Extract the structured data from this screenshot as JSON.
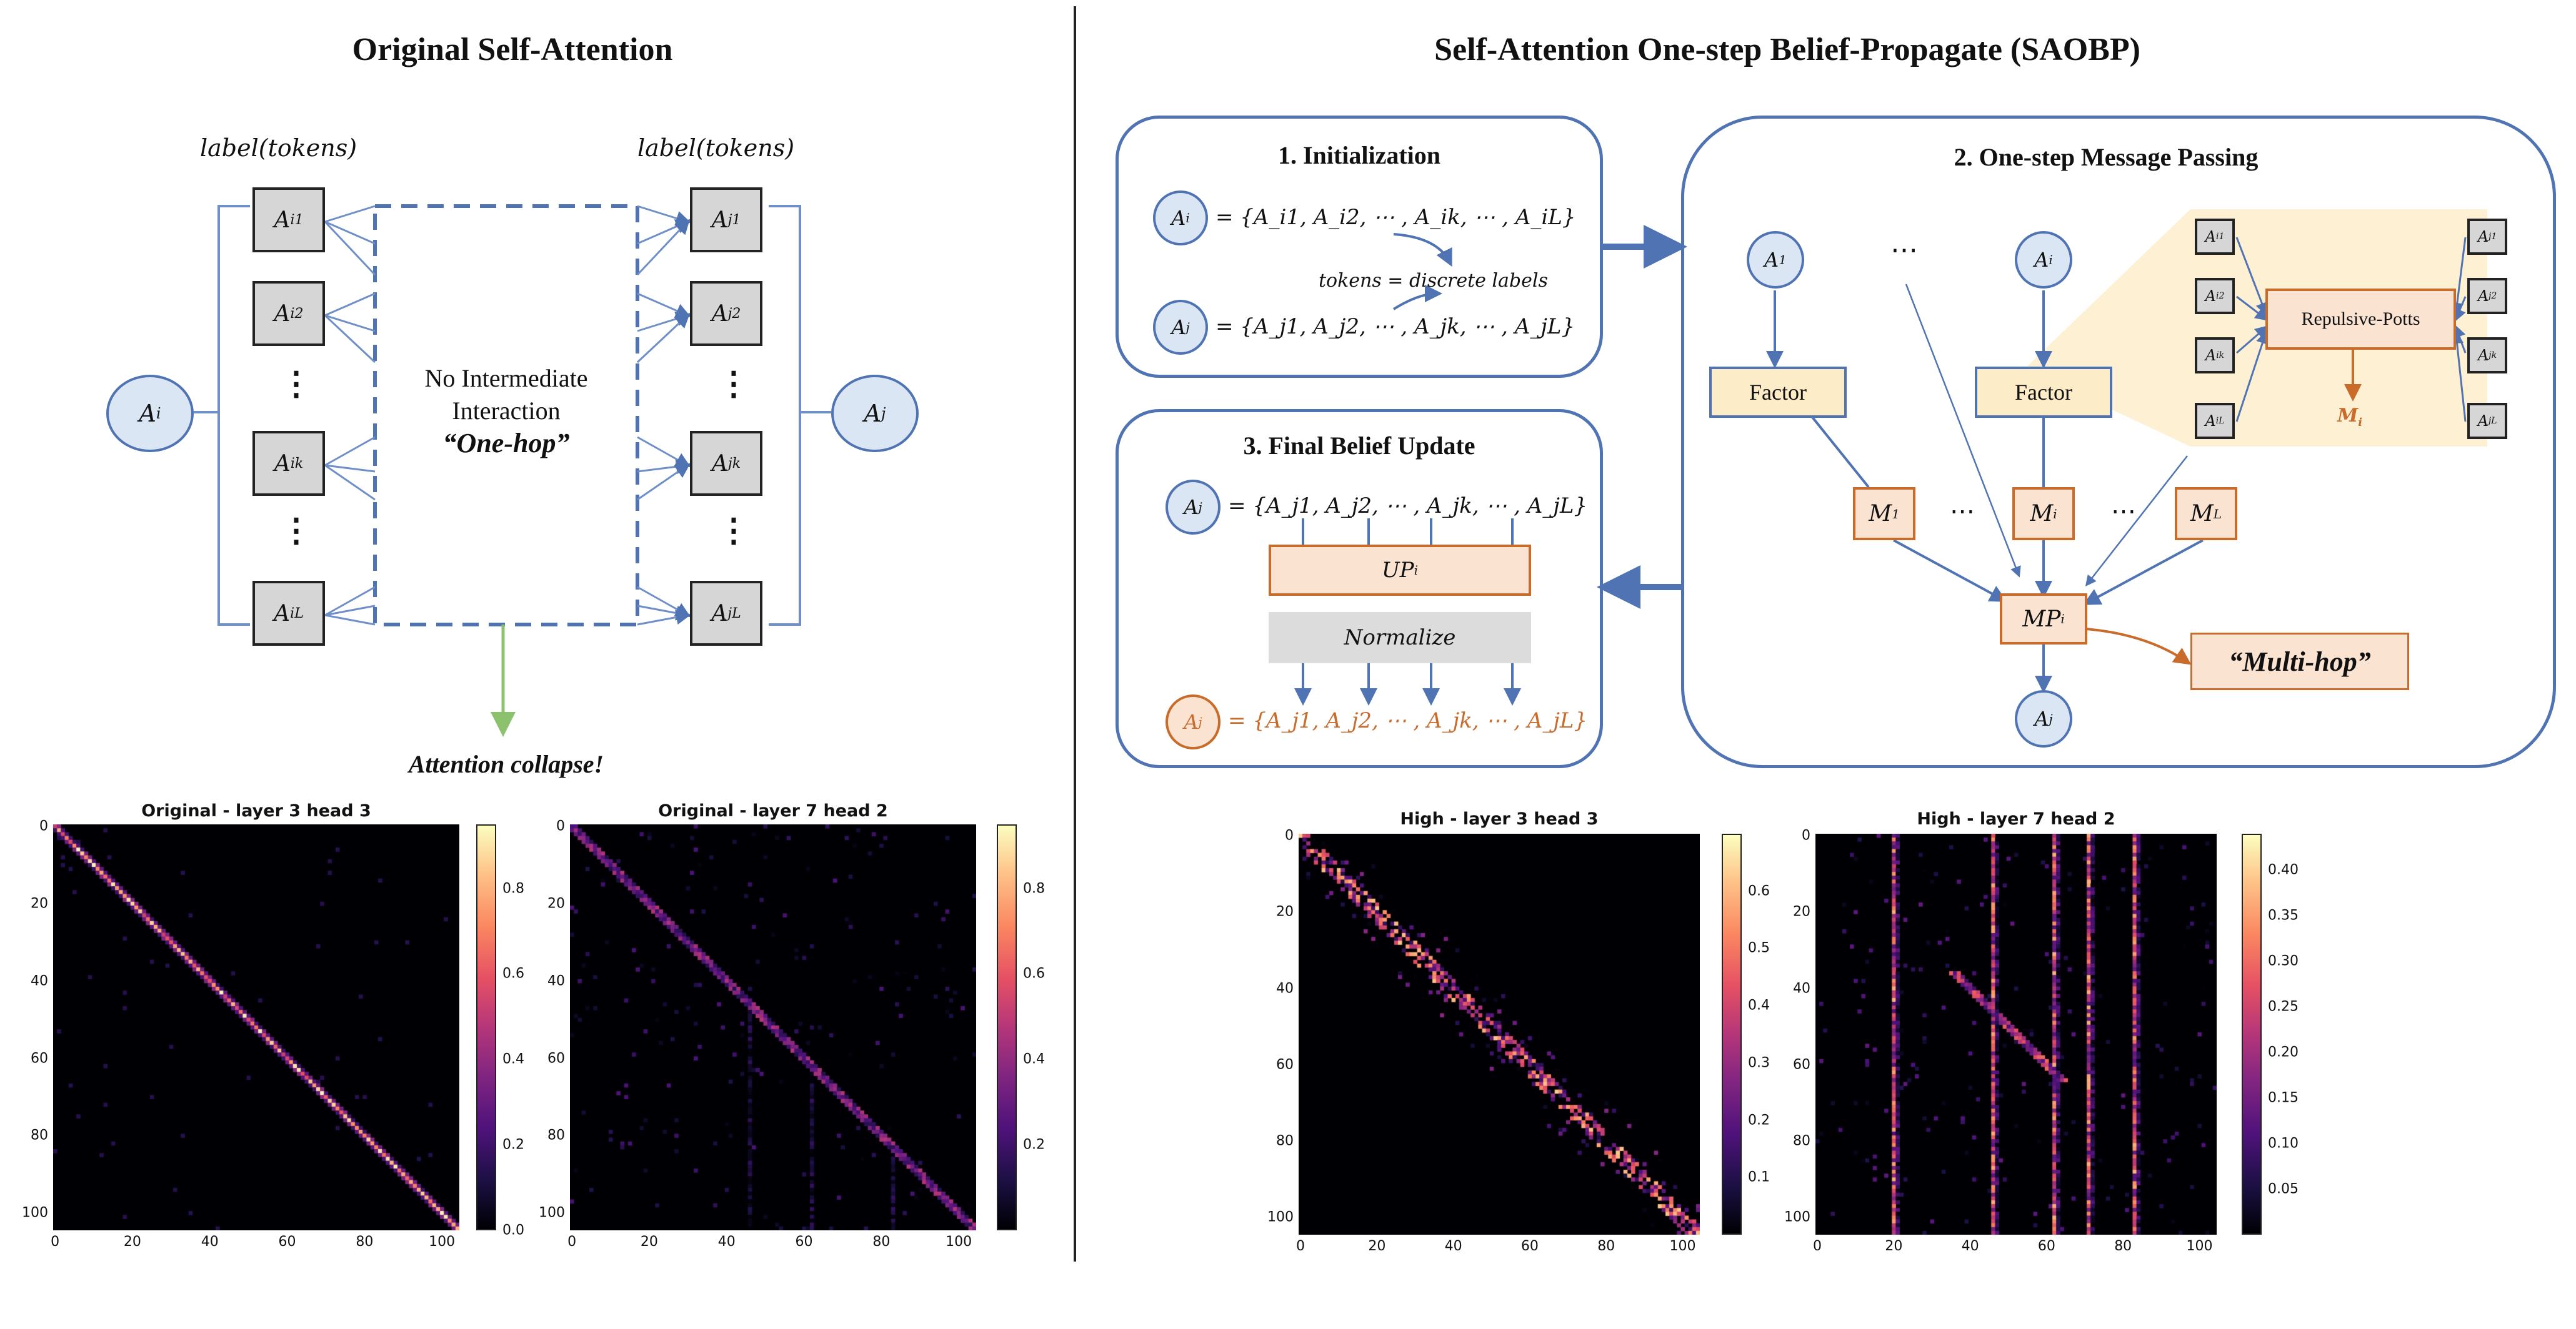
{
  "left": {
    "title": "Original Self-Attention",
    "label_tokens_left": "label(tokens)",
    "label_tokens_right": "label(tokens)",
    "node_i": "A",
    "node_i_sub": "i",
    "node_j": "A",
    "node_j_sub": "j",
    "tokens_i": [
      {
        "base": "A",
        "sub": "i1"
      },
      {
        "base": "A",
        "sub": "i2"
      },
      {
        "base": "A",
        "sub": "ik"
      },
      {
        "base": "A",
        "sub": "iL"
      }
    ],
    "tokens_j": [
      {
        "base": "A",
        "sub": "j1"
      },
      {
        "base": "A",
        "sub": "j2"
      },
      {
        "base": "A",
        "sub": "jk"
      },
      {
        "base": "A",
        "sub": "jL"
      }
    ],
    "vdots": "⋮",
    "no_interaction_line1": "No Intermediate",
    "no_interaction_line2": "Interaction",
    "one_hop": "“One-hop”",
    "collapse": "Attention collapse!"
  },
  "right": {
    "title": "Self-Attention One-step Belief-Propagate (SAOBP)",
    "init_title": "1. Initialization",
    "init_eq_i": "= {A_i1, A_i2, ⋯ , A_ik, ⋯ , A_iL}",
    "init_eq_j": "= {A_j1, A_j2, ⋯ , A_jk, ⋯ , A_jL}",
    "tokens_note": "tokens = discrete labels",
    "final_title": "3. Final Belief Update",
    "final_eq_top": "= {A_j1, A_j2, ⋯ , A_jk, ⋯ , A_jL}",
    "final_eq_bottom": "= {A_j1, A_j2, ⋯ , A_jk, ⋯ , A_jL}",
    "up_label": "UP",
    "up_sub": "i",
    "normalize": "Normalize",
    "mp_title": "2. One-step Message Passing",
    "A1": "A",
    "A1_sub": "1",
    "Ai": "A",
    "Ai_sub": "i",
    "Aj": "A",
    "Aj_sub": "j",
    "dots": "⋯",
    "factor": "Factor",
    "M1": "M",
    "M1_sub": "1",
    "Mi": "M",
    "Mi_sub": "i",
    "ML": "M",
    "ML_sub": "L",
    "MP": "MP",
    "MP_sub": "i",
    "multi_hop": "“Multi-hop”",
    "repulsive": "Repulsive-Potts",
    "Mi_out": "M",
    "Mi_out_sub": "i",
    "small_i": [
      "i1",
      "i2",
      "ik",
      "iL"
    ],
    "small_j": [
      "j1",
      "j2",
      "jk",
      "jL"
    ]
  },
  "heatmaps": [
    {
      "title": "Original - layer 3 head 3",
      "pattern": "diagonal",
      "cbar_ticks": [
        "0.0",
        "0.2",
        "0.4",
        "0.6",
        "0.8"
      ],
      "cbar_max": 0.95
    },
    {
      "title": "Original - layer 7 head 2",
      "pattern": "diagonal-faint",
      "cbar_ticks": [
        "0.2",
        "0.4",
        "0.6",
        "0.8"
      ],
      "cbar_max": 0.95
    },
    {
      "title": "High - layer 3 head 3",
      "pattern": "diagonal-scatter",
      "cbar_ticks": [
        "0.1",
        "0.2",
        "0.3",
        "0.4",
        "0.5",
        "0.6"
      ],
      "cbar_max": 0.7
    },
    {
      "title": "High - layer 7 head 2",
      "pattern": "vertical",
      "cbar_ticks": [
        "0.05",
        "0.10",
        "0.15",
        "0.20",
        "0.25",
        "0.30",
        "0.35",
        "0.40"
      ],
      "cbar_max": 0.44
    }
  ],
  "axis_ticks": [
    "0",
    "20",
    "40",
    "60",
    "80",
    "100"
  ],
  "colors": {
    "blue": "#4f73b3",
    "orange": "#c96b2a",
    "green": "#8cc26e",
    "peach": "#fbe3d2",
    "yellow": "#fcecc8"
  }
}
